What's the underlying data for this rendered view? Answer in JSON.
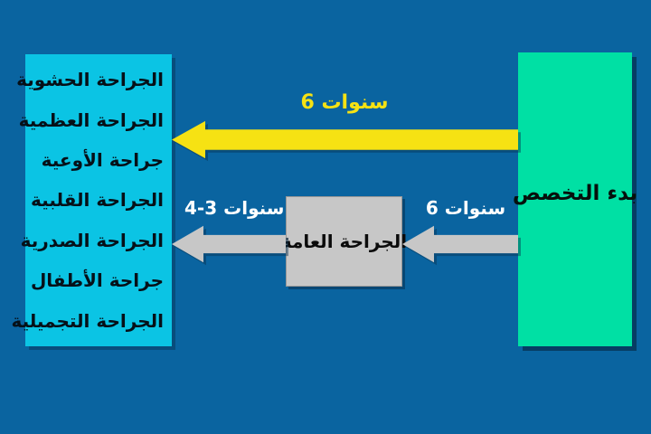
{
  "palette": {
    "background": "#0A64A0",
    "specialties_box": "#0BC4E4",
    "start_box": "#00E0A4",
    "general_box": "#C7C7C7",
    "arrow_yellow": "#F6E213",
    "label_yellow": "#F6E213",
    "label_white": "#FFFFFF",
    "text_black": "#0B0B0B",
    "shadow": "rgba(6,48,80,0.6)"
  },
  "specialties_box": {
    "items": [
      "الجراحة الحشوية",
      "الجراحة العظمية",
      "جراحة الأوعية",
      "الجراحة القلبية",
      "الجراحة الصدرية",
      "جراحة الأطفال",
      "الجراحة التجميلية"
    ]
  },
  "start_box": {
    "label": "بدء التخصص"
  },
  "general_surgery_box": {
    "label": "الجراحة العامة"
  },
  "arrows": {
    "direct_path": {
      "label": "6 سنوات",
      "direction": "left"
    },
    "to_general": {
      "label": "6 سنوات",
      "direction": "left"
    },
    "from_general": {
      "label": "4-3 سنوات",
      "direction": "left"
    }
  }
}
